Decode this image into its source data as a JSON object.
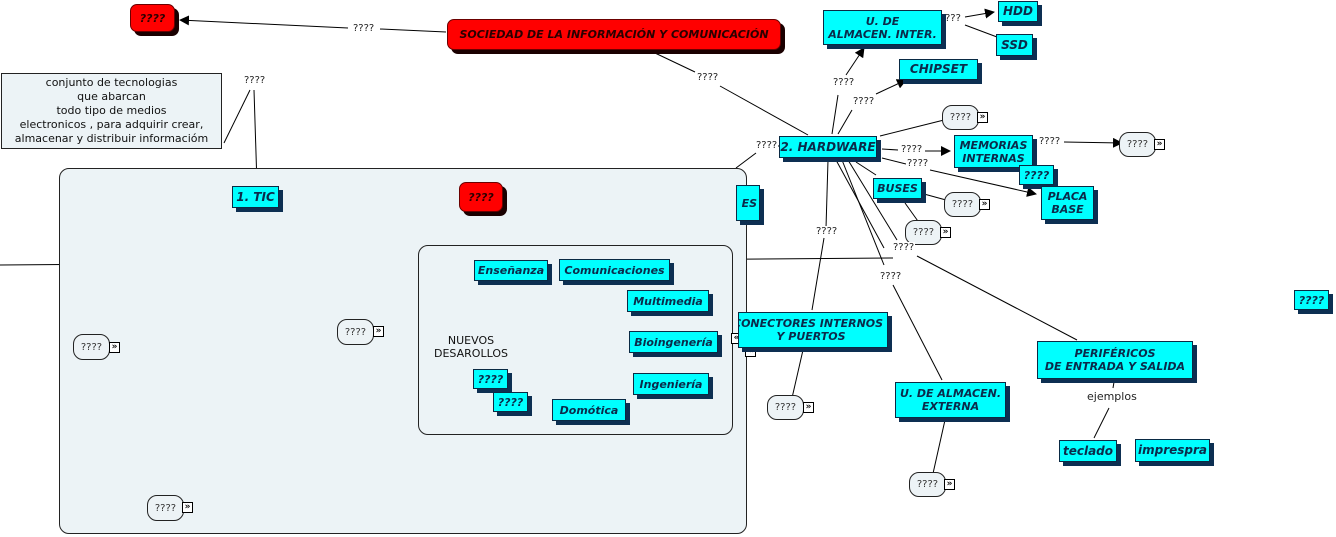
{
  "title": "SOCIEDAD DE LA INFORMACIÓN Y COMUNICACIÓN",
  "colors": {
    "concept_fill": "#00ffff",
    "concept_shadow": "#0d2f52",
    "root_fill": "#ff0000",
    "group_fill": "#ecf3f6",
    "line": "#000000"
  },
  "nodes": {
    "root": "SOCIEDAD DE LA INFORMACIÓN Y COMUNICACIÓN",
    "root_linked": "????",
    "tic": "1. TIC",
    "tic_red": "????",
    "tic_definition": "conjunto de tecnologias\nque abarcan\ntodo tipo de medios\nelectronicos , para adquirir crear,\nalmacenar y distribuir informacióm",
    "nuevos_desarollos": "NUEVOS\nDESAROLLOS",
    "ensenanza": "Enseñanza",
    "comunicaciones": "Comunicaciones",
    "multimedia": "Multimedia",
    "bioingenieria": "Bioingenería",
    "ingenieria": "Ingeniería",
    "domotica": "Domótica",
    "nd_unknown_1": "????",
    "nd_unknown_2": "????",
    "hardware": "2. HARDWARE",
    "almacen_inter": "U. DE\nALMACEN. INTER.",
    "hdd": "HDD",
    "ssd": "SSD",
    "chipset": "CHIPSET",
    "memorias_internas": "MEMORIAS\nINTERNAS",
    "memorias_unknown": "????",
    "placa_base": "PLACA\nBASE",
    "buses": "BUSES",
    "conectores": "CONECTORES INTERNOS\nY PUERTOS",
    "conectores_partial": "ES",
    "almacen_externa": "U. DE ALMACEN.\nEXTERNA",
    "perifericos": "PERIFÉRICOS\nDE ENTRADA Y SALIDA",
    "teclado": "teclado",
    "impresora": "imprespra",
    "orphan": "????"
  },
  "bubbles": {
    "tic_left": "????",
    "tic_mid": "????",
    "tic_bottom": "????",
    "hw_top": "????",
    "memorias_right": "????",
    "buses_right": "????",
    "buses_below": "????",
    "conectores_below": "????",
    "externa_below": "????"
  },
  "link_labels": {
    "root_to_red": "????",
    "root_to_hardware": "????",
    "tic_def": "????",
    "hw_left": "????",
    "hw_almacen": "????",
    "hw_chipset": "????",
    "almacen_hdd": "???",
    "hw_memorias": "????",
    "memorias_bubble": "????",
    "hw_placa": "????",
    "hw_conectores": "????",
    "hw_externa": "????",
    "hw_perifericos": "????",
    "perifericos_ejemplos": "ejemplos"
  },
  "expander_glyph": "»",
  "collapser_glyph": "«"
}
